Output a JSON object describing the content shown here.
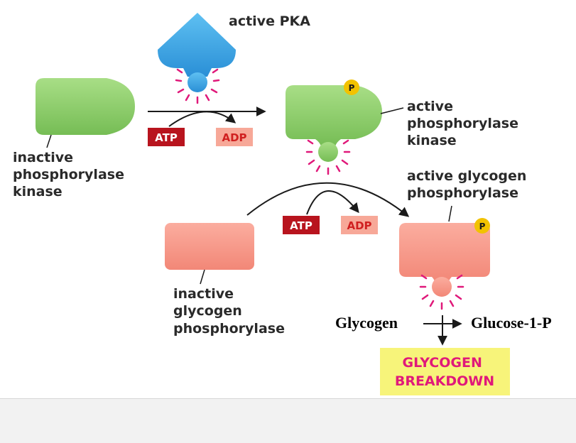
{
  "labels": {
    "active_pka": "active PKA",
    "inactive_kinase": [
      "inactive",
      "phosphorylase",
      "kinase"
    ],
    "active_kinase": [
      "active",
      "phosphorylase",
      "kinase"
    ],
    "active_glycogen_phosphorylase": [
      "active glycogen",
      "phosphorylase"
    ],
    "inactive_glycogen_phosphorylase": [
      "inactive",
      "glycogen",
      "phosphorylase"
    ]
  },
  "tags": {
    "atp_1": "ATP",
    "adp_1": "ADP",
    "atp_2": "ATP",
    "adp_2": "ADP",
    "phospho_1": "P",
    "phospho_2": "P"
  },
  "reaction": {
    "substrate": "Glycogen",
    "product": "Glucose-1-P"
  },
  "outcome": [
    "GLYCOGEN",
    "BREAKDOWN"
  ],
  "colors": {
    "pka_blue": "#3aa3e3",
    "kinase_green": "#8ccf6a",
    "phosphorylase_salmon": "#f7968a",
    "atp_red": "#b8141e",
    "adp_pink": "#f7a898",
    "badge_yellow": "#f2c200",
    "glow_magenta": "#e0197a",
    "outcome_bg": "#f7f47a"
  }
}
